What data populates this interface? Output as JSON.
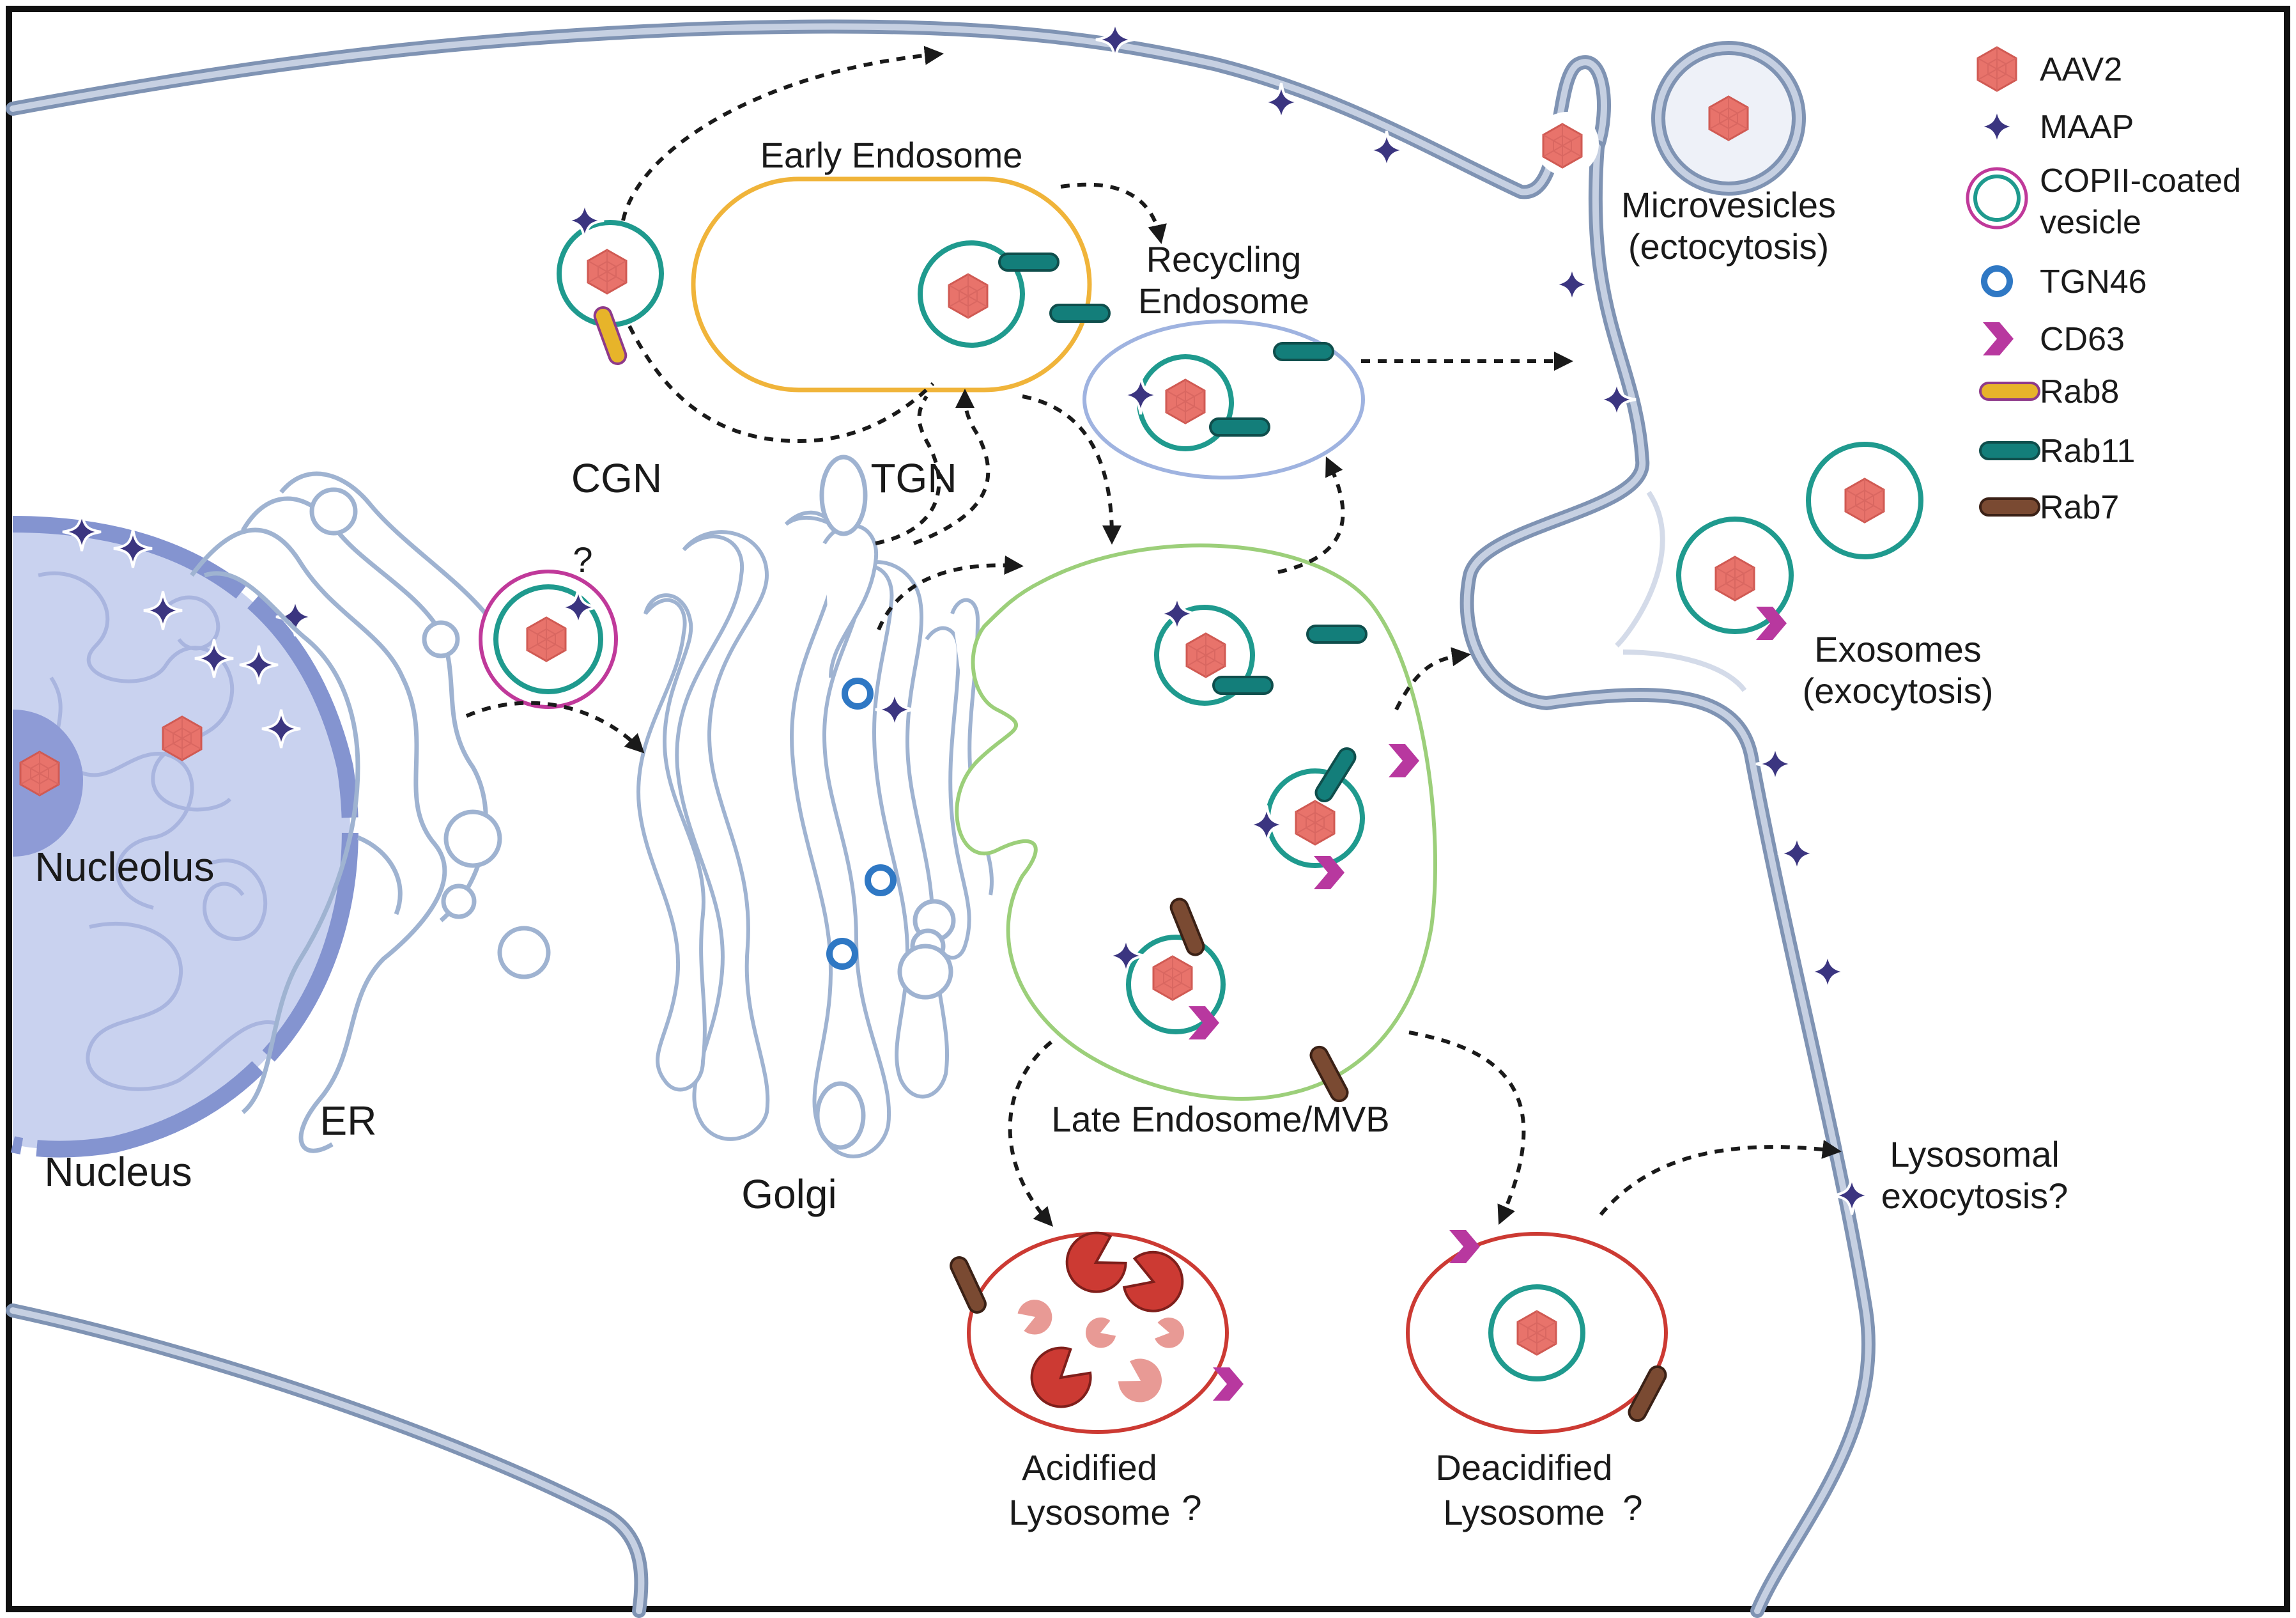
{
  "labels": {
    "early_endosome": "Early Endosome",
    "recycling_endosome_1": "Recycling",
    "recycling_endosome_2": "Endosome",
    "cgn": "CGN",
    "tgn": "TGN",
    "nucleolus": "Nucleolus",
    "nucleus": "Nucleus",
    "er": "ER",
    "golgi": "Golgi",
    "late_endosome": "Late Endosome/MVB",
    "microvesicles_1": "Microvesicles",
    "microvesicles_2": "(ectocytosis)",
    "exosomes_1": "Exosomes",
    "exosomes_2": "(exocytosis)",
    "lysosomal_exo_1": "Lysosomal",
    "lysosomal_exo_2": "exocytosis?",
    "acidified_1": "Acidified",
    "acidified_2": "Lysosome",
    "deacidified_1": "Deacidified",
    "deacidified_2": "Lysosome",
    "question": "?"
  },
  "legend": [
    {
      "icon": "aav2",
      "label": "AAV2"
    },
    {
      "icon": "maap",
      "label": "MAAP"
    },
    {
      "icon": "copii",
      "label": "COPII-coated"
    },
    {
      "icon": "copii-cont",
      "label": "vesicle"
    },
    {
      "icon": "tgn46",
      "label": "TGN46"
    },
    {
      "icon": "cd63",
      "label": "CD63"
    },
    {
      "icon": "rab8",
      "label": "Rab8"
    },
    {
      "icon": "rab11",
      "label": "Rab11"
    },
    {
      "icon": "rab7",
      "label": "Rab7"
    }
  ],
  "colors": {
    "aav2": "#e8736b",
    "maap": "#3b3580",
    "copii_outer": "#c0399a",
    "vesicle_teal": "#1f9a8e",
    "tgn46": "#2f78c4",
    "cd63": "#b8389f",
    "rab8": "#e7b42a",
    "rab11": "#137e7a",
    "rab7": "#7a4a32",
    "early_endosome": "#f0b43a",
    "recycling_endosome": "#9fb3e0",
    "late_endosome": "#9ccf7a",
    "lysosome": "#cc3a33",
    "membrane": "#7f93b3",
    "nucleus_fill": "#c9d2ef",
    "nucleus_envelope": "#8494d0"
  }
}
